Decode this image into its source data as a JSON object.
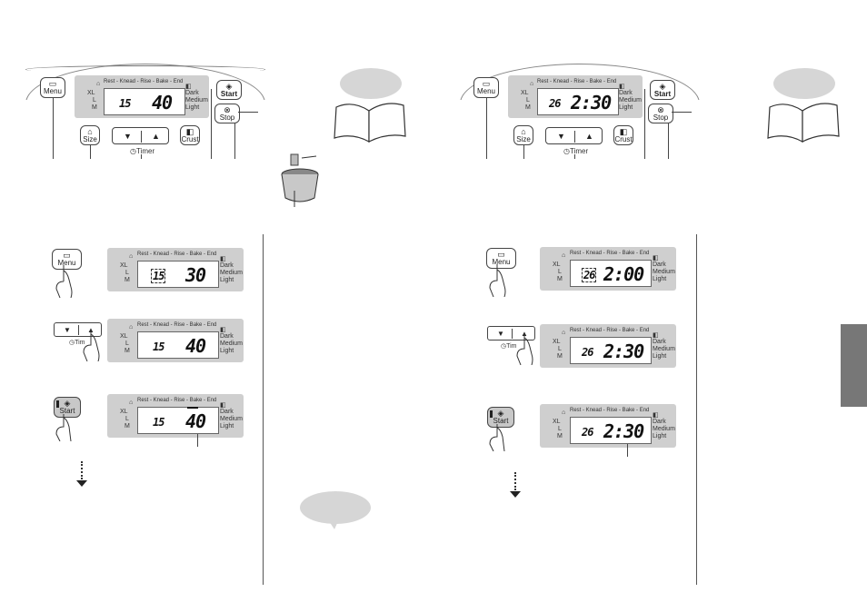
{
  "control_panel": {
    "menu_label": "Menu",
    "size_label": "Size",
    "crust_label": "Crust",
    "timer_label": "Timer",
    "start_label": "Start",
    "stop_label": "Stop",
    "stages": "Rest - Knead - Rise - Bake - End",
    "size_xl": "XL",
    "size_l": "L",
    "size_m": "M",
    "crust_dark": "Dark",
    "crust_medium": "Medium",
    "crust_light": "Light",
    "down_arrow": "▼",
    "up_arrow": "▲"
  },
  "left_panel": {
    "menu_number": "15",
    "time": "40"
  },
  "right_panel": {
    "menu_number": "26",
    "time": "2:30"
  },
  "left_steps": [
    {
      "menu_number": "15",
      "time": "30"
    },
    {
      "menu_number": "15",
      "time": "40"
    },
    {
      "menu_number": "15",
      "time": "40"
    }
  ],
  "right_steps": [
    {
      "menu_number": "26",
      "time": "2:00"
    },
    {
      "menu_number": "26",
      "time": "2:30"
    },
    {
      "menu_number": "26",
      "time": "2:30"
    }
  ],
  "timer_partial_label": "Tim",
  "colors": {
    "lcd_bg": "#cfcfcf",
    "bubble": "#d6d6d6",
    "tab": "#777777"
  }
}
